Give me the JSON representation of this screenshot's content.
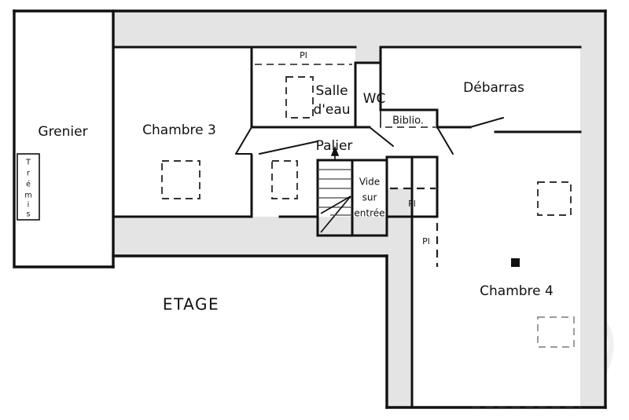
{
  "plan": {
    "floor_label": "ETAGE",
    "rooms": [
      {
        "id": "grenier",
        "label": "Grenier",
        "kind": "attic"
      },
      {
        "id": "chambre3",
        "label": "Chambre 3",
        "kind": "bedroom"
      },
      {
        "id": "salle_eau",
        "label_line1": "Salle",
        "label_line2": "d'eau",
        "kind": "bathroom"
      },
      {
        "id": "wc",
        "label": "WC",
        "kind": "toilet"
      },
      {
        "id": "debarras",
        "label": "Débarras",
        "kind": "storage"
      },
      {
        "id": "chambre4",
        "label": "Chambre 4",
        "kind": "bedroom"
      },
      {
        "id": "palier",
        "label": "Palier",
        "kind": "landing"
      },
      {
        "id": "biblio",
        "label": "Biblio.",
        "kind": "library"
      }
    ],
    "annotations": {
      "tremis": "Trémis",
      "tremis_letters": [
        "T",
        "r",
        "é",
        "m",
        "i",
        "s"
      ],
      "vide_line1": "Vide",
      "vide_line2": "sur",
      "vide_line3": "entrée",
      "closet_top": "Pl",
      "closet_mid": "Pl",
      "closet_low": "Pl"
    },
    "colors": {
      "wall": "#111111",
      "corridor_fill": "#e4e4e4",
      "background": "#ffffff",
      "dashed": "#555555",
      "watermark": "#f0f0f0"
    }
  }
}
